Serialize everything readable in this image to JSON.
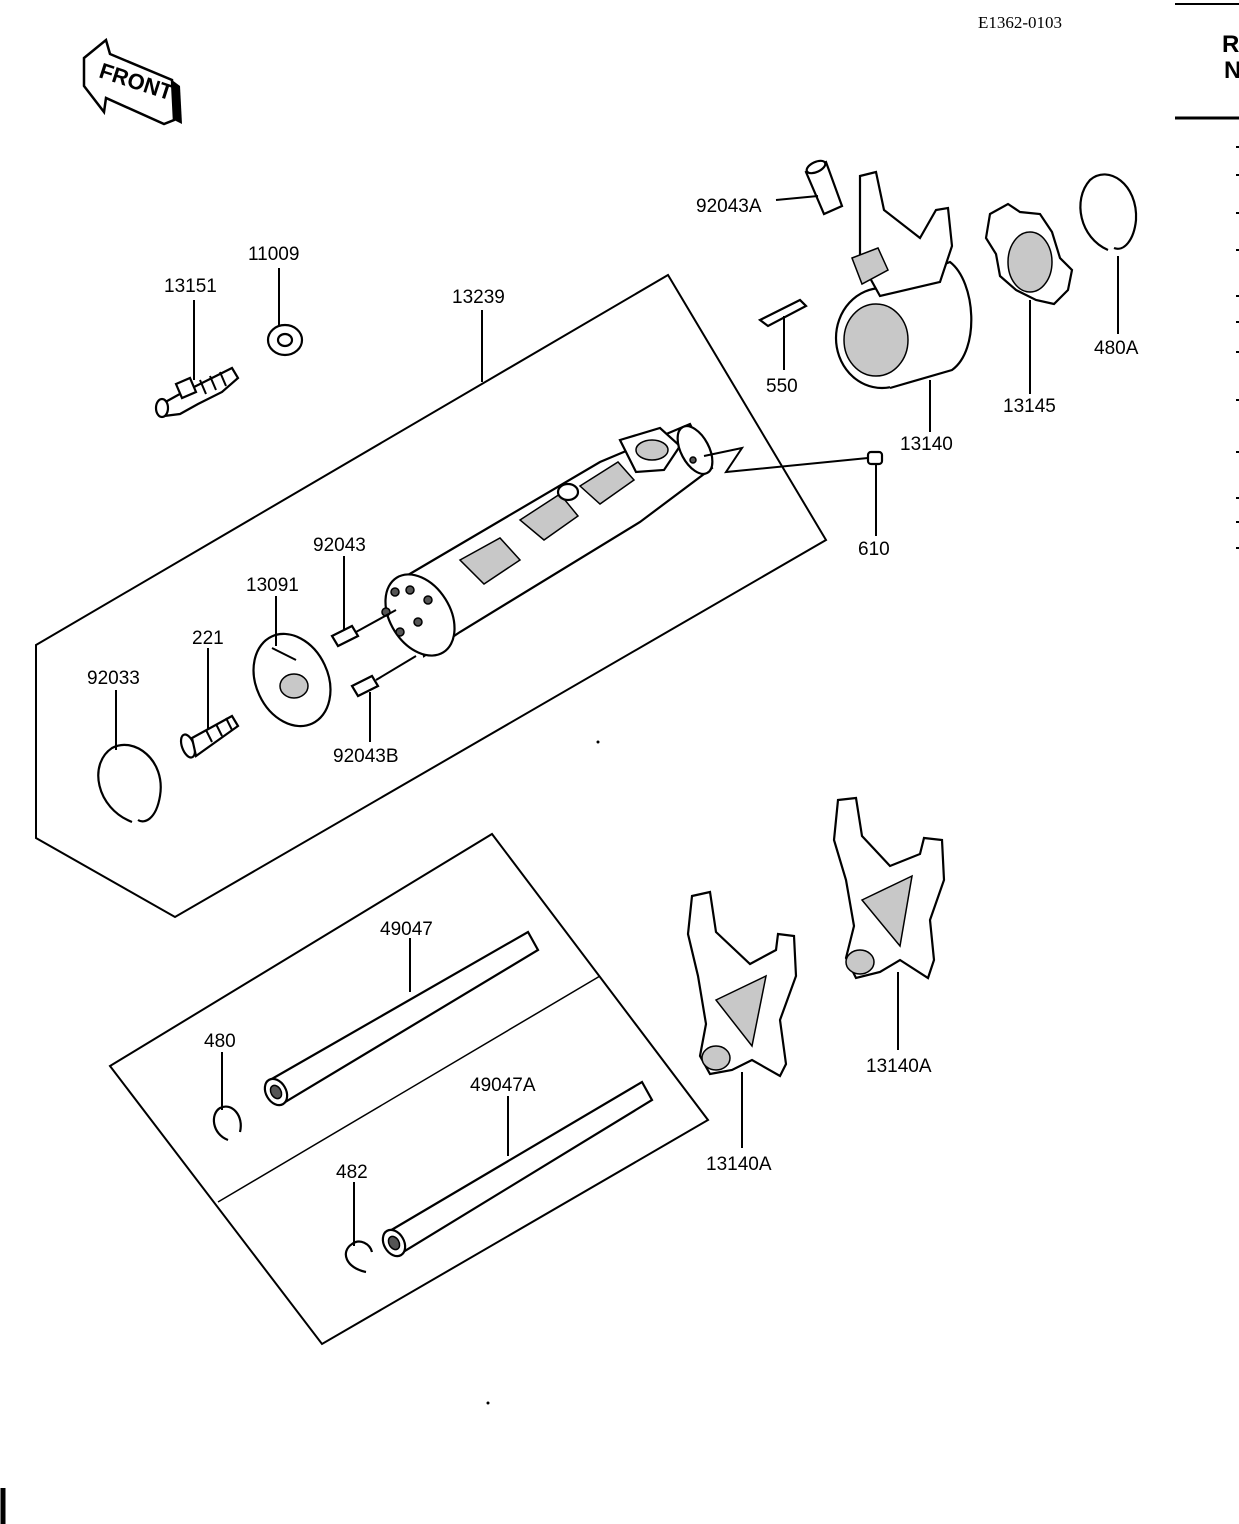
{
  "diagram_code": "E1362-0103",
  "front_arrow_text": "FRONT",
  "edge_header": [
    "R",
    "N"
  ],
  "callouts": {
    "c92043A": "92043A",
    "c13151": "13151",
    "c11009": "11009",
    "c13239": "13239",
    "c550": "550",
    "c480A": "480A",
    "c13145": "13145",
    "c13140": "13140",
    "c610": "610",
    "c92043": "92043",
    "c13091": "13091",
    "c221": "221",
    "c92033": "92033",
    "c92043B": "92043B",
    "c49047": "49047",
    "c480": "480",
    "c49047A": "49047A",
    "c482": "482",
    "c13140A_right": "13140A",
    "c13140A_left": "13140A"
  }
}
